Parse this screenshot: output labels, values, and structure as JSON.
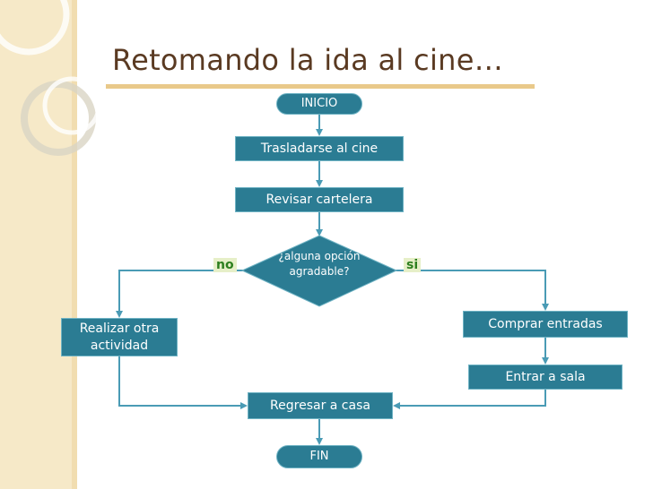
{
  "slide": {
    "title": "Retomando la ida al cine…"
  },
  "flowchart": {
    "start": "INICIO",
    "step_travel": "Trasladarse al cine",
    "step_check": "Revisar cartelera",
    "decision": "¿alguna opción agradable?",
    "branch_no": "no",
    "branch_yes": "si",
    "no_action": "Realizar otra actividad",
    "yes_buy": "Comprar entradas",
    "yes_enter": "Entrar a sala",
    "return_home": "Regresar a casa",
    "end": "FIN"
  },
  "colors": {
    "node_fill": "#2b7c93",
    "connector": "#4a9bb5",
    "title": "#5a3a22",
    "accent_band": "#f6e9c8",
    "branch_label": "#2d7f1e"
  }
}
